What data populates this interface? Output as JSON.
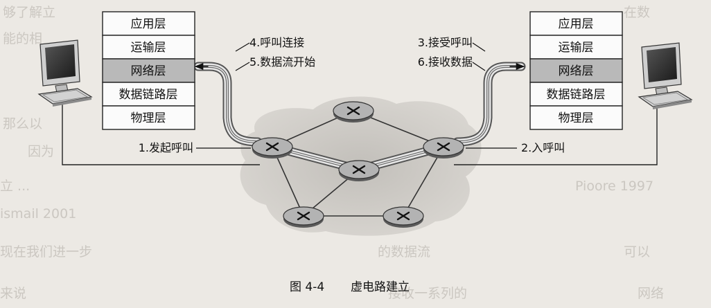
{
  "left_stack": [
    "应用层",
    "运输层",
    "网络层",
    "数据链路层",
    "物理层"
  ],
  "right_stack": [
    "应用层",
    "运输层",
    "网络层",
    "数据链路层",
    "物理层"
  ],
  "labels": {
    "call_connect": "4.呼叫连接",
    "data_flow_begins": "5.数据流开始",
    "accept_call": "3.接受呼叫",
    "receive_data": "6.接收数据",
    "initiate_call": "1.发起呼叫",
    "incoming_call": "2.入呼叫"
  },
  "caption": {
    "number": "图 4-4",
    "title": "虚电路建立"
  },
  "colors": {
    "highlight_layer": "#b9b9b9",
    "cloud": "#c9c6c1",
    "router_fill": "#b3b3b3"
  }
}
